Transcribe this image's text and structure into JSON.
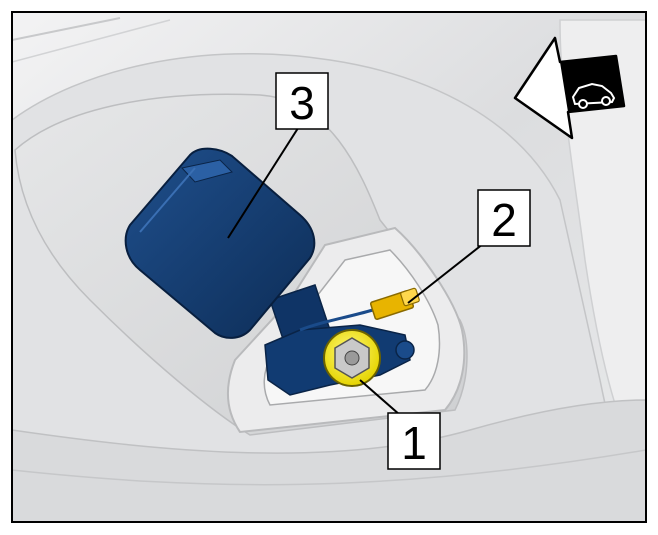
{
  "callouts": [
    {
      "id": "1",
      "label": "1"
    },
    {
      "id": "2",
      "label": "2"
    },
    {
      "id": "3",
      "label": "3"
    }
  ],
  "direction_icon": {
    "name": "forward-direction-car-icon"
  },
  "colors": {
    "frame": "#000000",
    "background": "#e3e4e5",
    "buckle": "#123a6e",
    "bolt": "#f0e300",
    "connector": "#e8b400"
  }
}
